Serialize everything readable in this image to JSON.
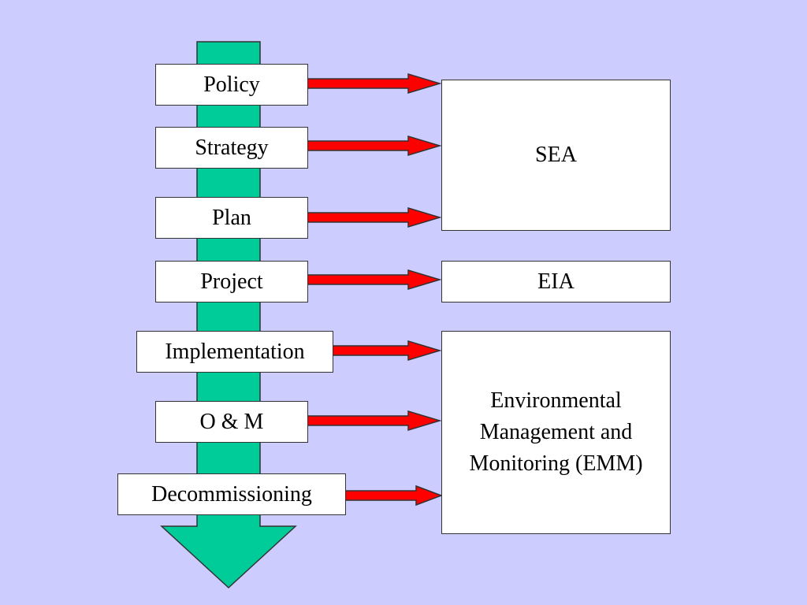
{
  "colors": {
    "background": "#ccccff",
    "flow_arrow": "#00cc99",
    "connector_arrow": "#ff0000",
    "box_fill": "#ffffff",
    "box_border": "#333333"
  },
  "stages": [
    {
      "label": "Policy",
      "target": "SEA"
    },
    {
      "label": "Strategy",
      "target": "SEA"
    },
    {
      "label": "Plan",
      "target": "SEA"
    },
    {
      "label": "Project",
      "target": "EIA"
    },
    {
      "label": "Implementation",
      "target": "EMM"
    },
    {
      "label": "O & M",
      "target": "EMM"
    },
    {
      "label": "Decommissioning",
      "target": "EMM"
    }
  ],
  "outcomes": {
    "sea": "SEA",
    "eia": "EIA",
    "emm": "Environmental Management and Monitoring (EMM)"
  }
}
